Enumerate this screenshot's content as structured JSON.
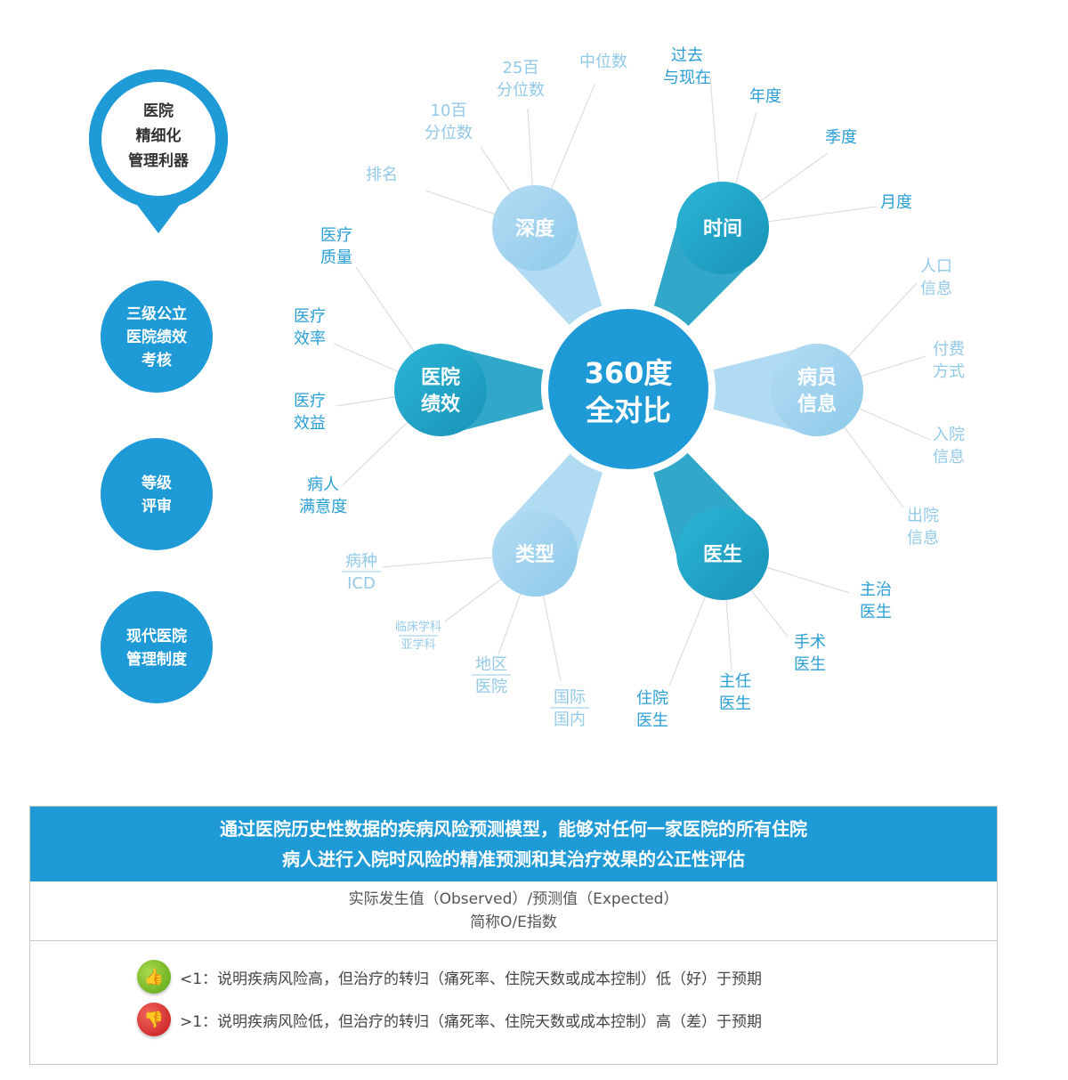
{
  "sidebar": {
    "pin_lines": [
      "医院",
      "精细化",
      "管理利器"
    ],
    "circles": [
      {
        "lines": [
          "三级公立",
          "医院绩效",
          "考核"
        ]
      },
      {
        "lines": [
          "等级",
          "评审"
        ]
      },
      {
        "lines": [
          "现代医院",
          "管理制度"
        ]
      }
    ]
  },
  "center": {
    "lines": [
      "360度",
      "全对比"
    ]
  },
  "petals": {
    "depth": {
      "lines": [
        "深度"
      ]
    },
    "time": {
      "lines": [
        "时间"
      ]
    },
    "patient": {
      "lines": [
        "病员",
        "信息"
      ]
    },
    "doctor": {
      "lines": [
        "医生"
      ]
    },
    "type": {
      "lines": [
        "类型"
      ]
    },
    "perf": {
      "lines": [
        "医院",
        "绩效"
      ]
    }
  },
  "labels": {
    "depth": [
      {
        "lines": [
          "排名"
        ]
      },
      {
        "lines": [
          "10百",
          "分位数"
        ]
      },
      {
        "lines": [
          "25百",
          "分位数"
        ]
      },
      {
        "lines": [
          "中位数"
        ]
      }
    ],
    "time": [
      {
        "lines": [
          "过去",
          "与现在"
        ]
      },
      {
        "lines": [
          "年度"
        ]
      },
      {
        "lines": [
          "季度"
        ]
      },
      {
        "lines": [
          "月度"
        ]
      }
    ],
    "patient": [
      {
        "lines": [
          "人口",
          "信息"
        ]
      },
      {
        "lines": [
          "付费",
          "方式"
        ]
      },
      {
        "lines": [
          "入院",
          "信息"
        ]
      },
      {
        "lines": [
          "出院",
          "信息"
        ]
      }
    ],
    "doctor": [
      {
        "lines": [
          "主治",
          "医生"
        ]
      },
      {
        "lines": [
          "手术",
          "医生"
        ]
      },
      {
        "lines": [
          "主任",
          "医生"
        ]
      },
      {
        "lines": [
          "住院",
          "医生"
        ]
      }
    ],
    "type": [
      {
        "lines": [
          "病种",
          "ICD"
        ]
      },
      {
        "lines": [
          "临床学科",
          "亚学科"
        ]
      },
      {
        "lines": [
          "地区",
          "医院"
        ]
      },
      {
        "lines": [
          "国际",
          "国内"
        ]
      }
    ],
    "perf": [
      {
        "lines": [
          "医疗",
          "质量"
        ]
      },
      {
        "lines": [
          "医疗",
          "效率"
        ]
      },
      {
        "lines": [
          "医疗",
          "效益"
        ]
      },
      {
        "lines": [
          "病人",
          "满意度"
        ]
      }
    ]
  },
  "info": {
    "header_line1": "通过医院历史性数据的疾病风险预测模型，能够对任何一家医院的所有住院",
    "header_line2": "病人进行入院时风险的精准预测和其治疗效果的公正性评估",
    "formula_line1": "实际发生值（Observed）/预测值（Expected）",
    "formula_line2": "简称O/E指数",
    "good_text": "<1：说明疾病风险高，但治疗的转归（痛死率、住院天数或成本控制）低（好）于预期",
    "bad_text": ">1：说明疾病风险低，但治疗的转归（痛死率、住院天数或成本控制）高（差）于预期",
    "good_icon": "thumbs-up-icon",
    "bad_icon": "thumbs-down-icon"
  },
  "colors": {
    "primary": "#1e9ad6",
    "teal": "#1ba3c6",
    "light": "#9fd3ee",
    "label_dark": "#2a9fd6",
    "label_light": "#93c9e8",
    "good": "#6db51f",
    "bad": "#d9262b"
  }
}
